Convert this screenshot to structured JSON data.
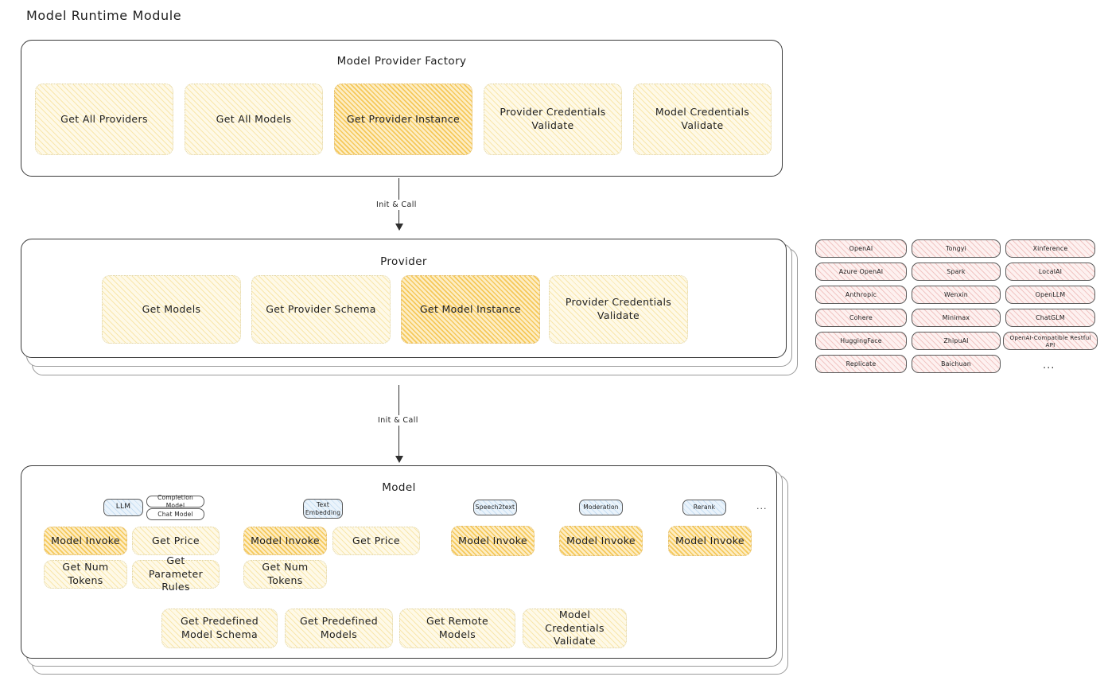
{
  "title": "Model Runtime Module",
  "factory": {
    "title": "Model Provider Factory",
    "nodes": [
      {
        "label": "Get All Providers",
        "highlight": false
      },
      {
        "label": "Get All Models",
        "highlight": false
      },
      {
        "label": "Get Provider Instance",
        "highlight": true
      },
      {
        "label": "Provider Credentials Validate",
        "highlight": false
      },
      {
        "label": "Model Credentials Validate",
        "highlight": false
      }
    ]
  },
  "arrow1": {
    "label": "Init & Call"
  },
  "provider": {
    "title": "Provider",
    "nodes": [
      {
        "label": "Get Models",
        "highlight": false
      },
      {
        "label": "Get Provider Schema",
        "highlight": false
      },
      {
        "label": "Get Model Instance",
        "highlight": true
      },
      {
        "label": "Provider Credentials Validate",
        "highlight": false
      }
    ]
  },
  "provider_list": {
    "columns": [
      [
        "OpenAI",
        "Azure OpenAI",
        "Anthropic",
        "Cohere",
        "HuggingFace",
        "Replicate"
      ],
      [
        "Tongyi",
        "Spark",
        "Wenxin",
        "Minimax",
        "ZhipuAI",
        "Baichuan"
      ],
      [
        "Xinference",
        "LocalAI",
        "OpenLLM",
        "ChatGLM",
        "OpenAI-Compatible Restful API"
      ]
    ],
    "more": "..."
  },
  "arrow2": {
    "label": "Init & Call"
  },
  "model": {
    "title": "Model",
    "more": "...",
    "types": [
      {
        "name": "LLM",
        "sub_badges": [
          "Completion Model",
          "Chat Model"
        ],
        "methods": [
          {
            "label": "Model Invoke",
            "highlight": true
          },
          {
            "label": "Get Price",
            "highlight": false
          },
          {
            "label": "Get Num Tokens",
            "highlight": false
          },
          {
            "label": "Get Parameter Rules",
            "highlight": false
          }
        ]
      },
      {
        "name": "Text Embedding",
        "sub_badges": [],
        "methods": [
          {
            "label": "Model Invoke",
            "highlight": true
          },
          {
            "label": "Get Price",
            "highlight": false
          },
          {
            "label": "Get Num Tokens",
            "highlight": false
          }
        ]
      },
      {
        "name": "Speech2text",
        "sub_badges": [],
        "methods": [
          {
            "label": "Model Invoke",
            "highlight": true
          }
        ]
      },
      {
        "name": "Moderation",
        "sub_badges": [],
        "methods": [
          {
            "label": "Model Invoke",
            "highlight": true
          }
        ]
      },
      {
        "name": "Rerank",
        "sub_badges": [],
        "methods": [
          {
            "label": "Model Invoke",
            "highlight": true
          }
        ]
      }
    ],
    "common_methods": [
      {
        "label": "Get Predefined Model Schema"
      },
      {
        "label": "Get Predefined Models"
      },
      {
        "label": "Get Remote Models"
      },
      {
        "label": "Model Credentials Validate"
      }
    ]
  },
  "colors": {
    "highlight_fill": "#fdedc4",
    "node_fill": "#fef9e7",
    "provider_fill": "#fdf1f0",
    "badge_fill": "#eaf3fb",
    "stroke": "#1e1e1e"
  }
}
